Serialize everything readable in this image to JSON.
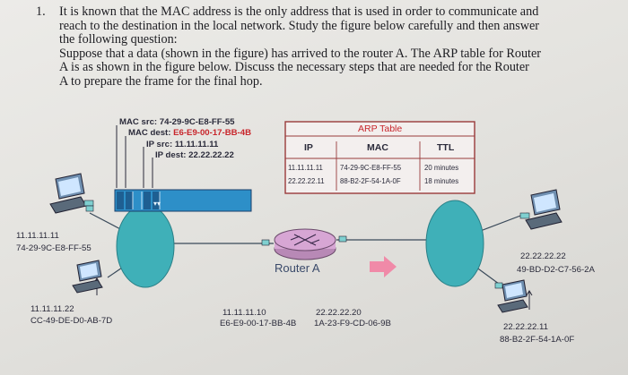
{
  "question": {
    "number": "1.",
    "lines": [
      "It is known that the MAC address is the only address that is used in order to communicate and",
      "reach to the destination in the local network. Study the figure below carefully and then answer",
      "the following question:",
      "Suppose that a data (shown in the figure) has arrived to the router A. The ARP table for Router",
      "A is as shown in the figure below. Discuss the necessary steps that are needed for the Router",
      "A to prepare the frame for the final hop."
    ]
  },
  "frame_header": {
    "mac_src": "MAC src: 74-29-9C-E8-FF-55",
    "mac_dest_label": "MAC dest: ",
    "mac_dest_value": "E6-E9-00-17-BB-4B",
    "ip_src": "IP src: 11.11.11.11",
    "ip_dest": "IP dest: 22.22.22.22"
  },
  "arp_table": {
    "title": "ARP Table",
    "headers": [
      "IP",
      "MAC",
      "TTL"
    ],
    "rows": [
      [
        "11.11.11.11",
        "74-29-9C-E8-FF-55",
        "20 minutes"
      ],
      [
        "22.22.22.11",
        "88-B2-2F-54-1A-0F",
        "18 minutes"
      ]
    ]
  },
  "hosts": {
    "host_a": {
      "ip": "11.11.11.11",
      "mac": "74-29-9C-E8-FF-55"
    },
    "host_b": {
      "ip": "11.11.11.22",
      "mac": "CC-49-DE-D0-AB-7D"
    },
    "host_c": {
      "ip": "22.22.22.22",
      "mac": "49-BD-D2-C7-56-2A"
    },
    "host_d": {
      "ip": "22.22.22.11",
      "mac": "88-B2-2F-54-1A-0F"
    }
  },
  "router": {
    "label": "Router A",
    "left_ip": "11.11.11.10",
    "left_mac": "E6-E9-00-17-BB-4B",
    "right_ip": "22.22.22.20",
    "right_mac": "1A-23-F9-CD-06-9B"
  },
  "colors": {
    "network_cloud": "#3fb0b8",
    "frame_fill": "#2d8fc8",
    "router_fill": "#d7a6d4",
    "arrow": "#f08aa8",
    "accent_red": "#c8252b",
    "table_border": "#9a3b3b"
  }
}
